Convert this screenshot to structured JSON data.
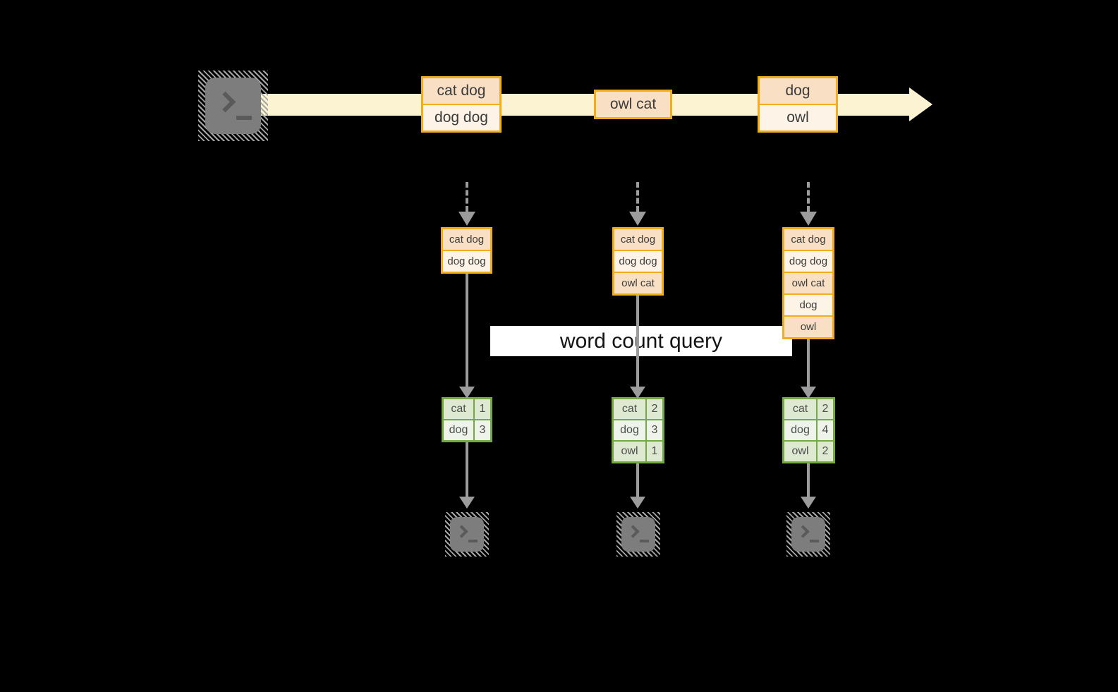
{
  "query_label": "word count query",
  "stream": {
    "batches": [
      [
        "cat dog",
        "dog dog"
      ],
      [
        "owl cat"
      ],
      [
        "dog",
        "owl"
      ]
    ]
  },
  "states": [
    [
      "cat dog",
      "dog dog"
    ],
    [
      "cat dog",
      "dog dog",
      "owl cat"
    ],
    [
      "cat dog",
      "dog dog",
      "owl cat",
      "dog",
      "owl"
    ]
  ],
  "results": [
    [
      [
        "cat",
        "1"
      ],
      [
        "dog",
        "3"
      ]
    ],
    [
      [
        "cat",
        "2"
      ],
      [
        "dog",
        "3"
      ],
      [
        "owl",
        "1"
      ]
    ],
    [
      [
        "cat",
        "2"
      ],
      [
        "dog",
        "4"
      ],
      [
        "owl",
        "2"
      ]
    ]
  ],
  "icons": {
    "source": "terminal-icon",
    "sink": "terminal-icon"
  },
  "colors": {
    "background": "#000000",
    "stream_fill": "#fcf3d2",
    "record_border": "#f0ad1e",
    "record_fill_dark": "#f9e0c4",
    "record_fill_light": "#fdf4e7",
    "table_border": "#76a943",
    "table_fill_dark": "#dde9d1",
    "table_fill_light": "#eff4ea",
    "arrow_gray": "#9c9c9c",
    "terminal_fill": "#7d7d7d",
    "query_bg": "#ffffff"
  }
}
